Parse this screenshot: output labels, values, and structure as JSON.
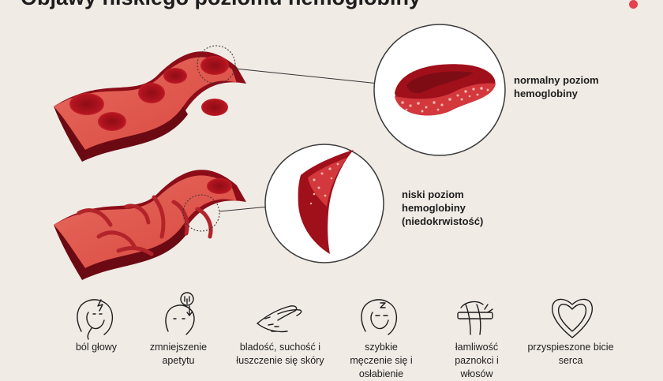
{
  "title": "Objawy niskiego poziomu hemoglobiny",
  "labels": {
    "normal": "normalny poziom\nhemoglobiny",
    "low": "niski poziom\nhemoglobiny\n(niedokrwistość)"
  },
  "symptoms": [
    {
      "icon": "headache-icon",
      "label": "ból głowy"
    },
    {
      "icon": "appetite-icon",
      "label": "zmniejszenie\napetytu"
    },
    {
      "icon": "skin-hand-icon",
      "label": "bladość, suchość i\nłuszczenie się skóry"
    },
    {
      "icon": "fatigue-icon",
      "label": "szybkie\nmęczenie się i\nosłabienie"
    },
    {
      "icon": "nails-hair-icon",
      "label": "łamliwość\npaznokci i\nwłosów"
    },
    {
      "icon": "heart-icon",
      "label": "przyspieszone bicie\nserca"
    }
  ],
  "colors": {
    "background": "#f1ebe6",
    "vessel_outer": "#a3101c",
    "vessel_inner": "#e0584f",
    "cell": "#b3141f",
    "accent": "#e8404d"
  }
}
